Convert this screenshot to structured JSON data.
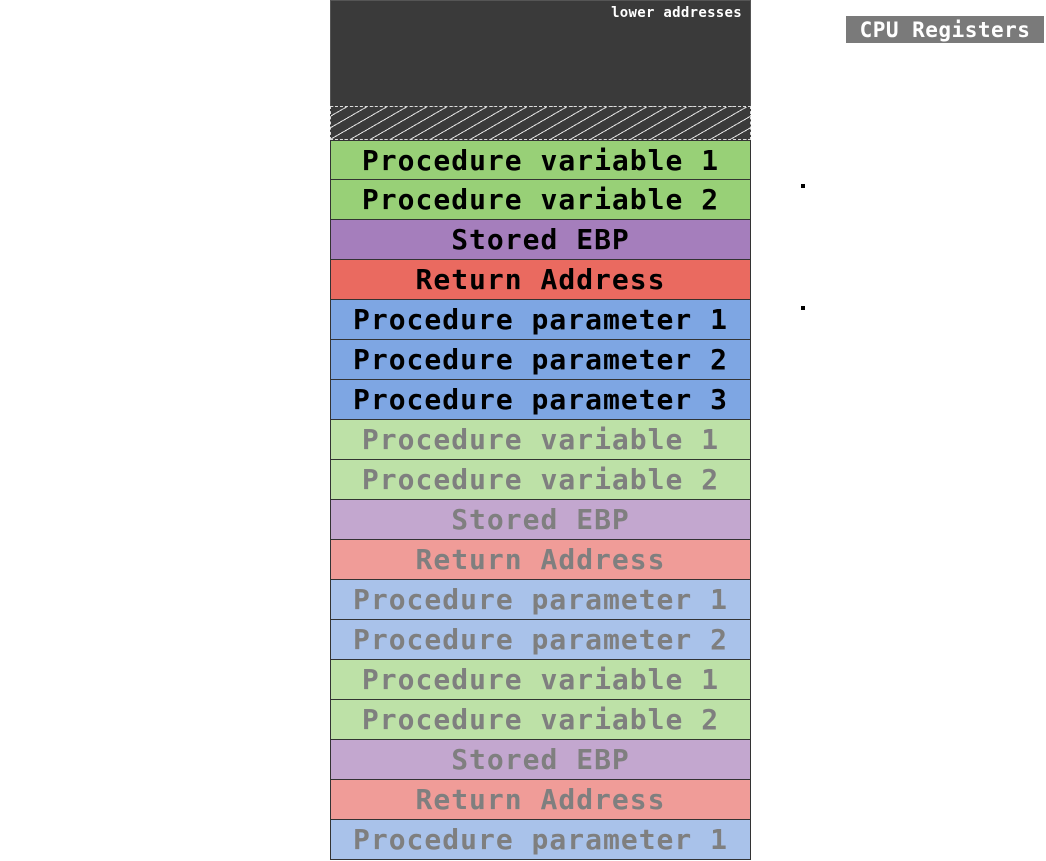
{
  "stack": {
    "top_label": "lower addresses",
    "frames": [
      {
        "label": "Procedure variable 1",
        "kind": "green"
      },
      {
        "label": "Procedure variable 2",
        "kind": "green"
      },
      {
        "label": "Stored EBP",
        "kind": "purple"
      },
      {
        "label": "Return Address",
        "kind": "red"
      },
      {
        "label": "Procedure parameter 1",
        "kind": "blue"
      },
      {
        "label": "Procedure parameter 2",
        "kind": "blue"
      },
      {
        "label": "Procedure parameter 3",
        "kind": "blue"
      },
      {
        "label": "Procedure variable 1",
        "kind": "green-faded"
      },
      {
        "label": "Procedure variable 2",
        "kind": "green-faded"
      },
      {
        "label": "Stored EBP",
        "kind": "purple-faded"
      },
      {
        "label": "Return Address",
        "kind": "red-faded"
      },
      {
        "label": "Procedure parameter 1",
        "kind": "blue-faded"
      },
      {
        "label": "Procedure parameter 2",
        "kind": "blue-faded"
      },
      {
        "label": "Procedure variable 1",
        "kind": "green-faded"
      },
      {
        "label": "Procedure variable 2",
        "kind": "green-faded"
      },
      {
        "label": "Stored EBP",
        "kind": "purple-faded"
      },
      {
        "label": "Return Address",
        "kind": "red-faded"
      },
      {
        "label": "Procedure parameter 1",
        "kind": "blue-faded"
      }
    ]
  },
  "cpu": {
    "title": "CPU Registers"
  },
  "colors": {
    "stack_top": "#3a3a3a",
    "green": "#98d077",
    "purple": "#a57ebc",
    "red": "#ea6a60",
    "blue": "#7ea6e3",
    "faded_text": "#7f7f7f",
    "cpu_header": "#7a7a7a"
  }
}
